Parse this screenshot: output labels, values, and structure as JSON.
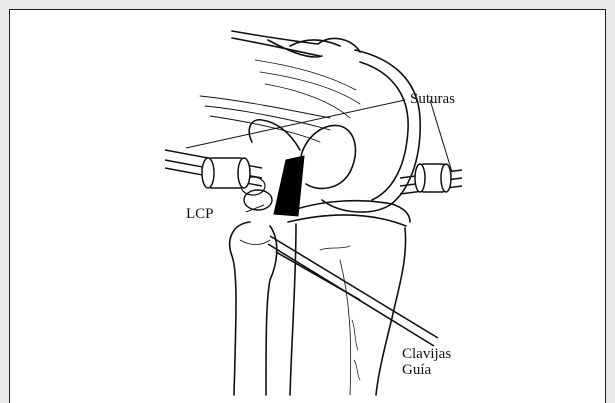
{
  "figure": {
    "labels": {
      "suturas": "Suturas",
      "lcp": "LCP",
      "clavijas_line1": "Clavijas",
      "clavijas_line2": "Guía"
    }
  }
}
